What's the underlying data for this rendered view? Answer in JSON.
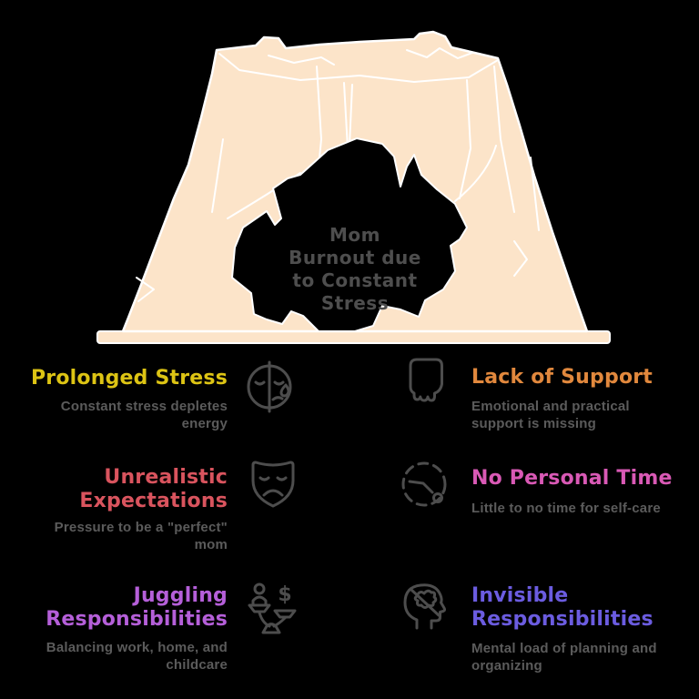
{
  "colors": {
    "background": "#000000",
    "rock": "#fce4c9",
    "outline": "#ffffff",
    "icon": "#4d4d4d",
    "description": "#5b5b5b",
    "cave_title": "#4e4e4e"
  },
  "cave": {
    "title": "Mom Burnout due to Constant Stress",
    "title_lines": [
      "Mom",
      "Burnout due",
      "to Constant",
      "Stress"
    ]
  },
  "icons": {
    "dollar_glyph": "$"
  },
  "items": [
    {
      "id": "prolonged-stress",
      "title": "Prolonged Stress",
      "description": "Constant stress depletes energy",
      "color": "#ddc414",
      "icon": "stressed-face"
    },
    {
      "id": "unrealistic-expectations",
      "title": "Unrealistic Expectations",
      "description": "Pressure to be a \"perfect\" mom",
      "color": "#d9545e",
      "icon": "sad-mask"
    },
    {
      "id": "juggling-responsibilities",
      "title": "Juggling Responsibilities",
      "description": "Balancing work, home, and childcare",
      "color": "#b55fd9",
      "icon": "balance-scale"
    },
    {
      "id": "lack-of-support",
      "title": "Lack of Support",
      "description": "Emotional and practical support is missing",
      "color": "#e1883d",
      "icon": "helping-hand"
    },
    {
      "id": "no-personal-time",
      "title": "No Personal Time",
      "description": "Little to no time for self-care",
      "color": "#d959b5",
      "icon": "personal-clock"
    },
    {
      "id": "invisible-responsibilities",
      "title": "Invisible Responsibilities",
      "description": "Mental load of planning and organizing",
      "color": "#6b5ce0",
      "icon": "head-brain"
    }
  ]
}
